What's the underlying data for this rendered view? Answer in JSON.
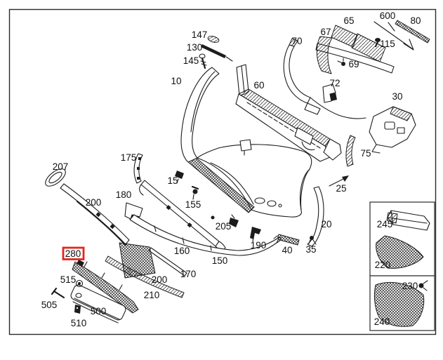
{
  "diagram": {
    "kind": "exploded-parts-diagram",
    "subject": "front bumper assembly",
    "highlighted_part": "280",
    "part_labels": [
      "147",
      "130",
      "145",
      "10",
      "60",
      "65",
      "67",
      "70",
      "69",
      "72",
      "600",
      "80",
      "115",
      "30",
      "75",
      "25",
      "20",
      "207",
      "175",
      "200",
      "180",
      "15",
      "155",
      "205",
      "190",
      "40",
      "35",
      "160",
      "150",
      "170",
      "200",
      "210",
      "280",
      "515",
      "505",
      "500",
      "510",
      "245",
      "220",
      "230",
      "240"
    ],
    "inset_boxes": [
      {
        "parts": [
          "245",
          "220"
        ]
      },
      {
        "parts": [
          "230",
          "240"
        ]
      }
    ]
  },
  "colors": {
    "highlight": "#e8241c",
    "line": "#1c1c1c",
    "text": "#101010",
    "background": "#ffffff"
  }
}
